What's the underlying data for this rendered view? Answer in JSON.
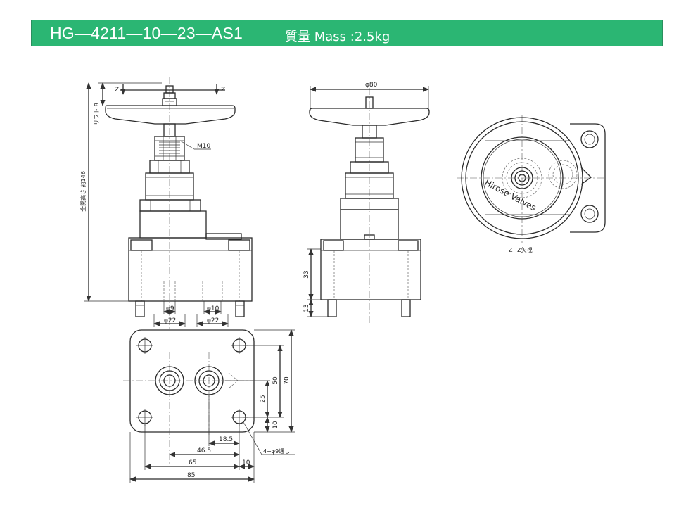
{
  "title": {
    "model": "HG—4211—10—23—AS1",
    "mass": "質量 Mass :2.5kg"
  },
  "colors": {
    "title_bg": "#2bb673",
    "title_text": "#ffffff",
    "line": "#2a2a2a"
  },
  "front_view": {
    "z_left": "Z",
    "z_right": "Z",
    "lift": "リフト 8",
    "total_height": "全開高さ 約146",
    "thread": "M10",
    "port_dia_left": "φ9",
    "port_dia_right": "φ10",
    "boss_left": "φ22",
    "boss_right": "φ22"
  },
  "side_view": {
    "handle_dia": "φ80",
    "body_height": "33",
    "stud_height": "13"
  },
  "z_view": {
    "brand": "Hirose Valves",
    "label": "Z−Z矢視"
  },
  "bottom_view": {
    "dim_85": "85",
    "dim_65": "65",
    "dim_10_h": "10",
    "dim_46_5": "46.5",
    "dim_18_5": "18.5",
    "dim_70": "70",
    "dim_50": "50",
    "dim_25": "25",
    "dim_10_v": "10",
    "holes": "4−φ9通し"
  }
}
